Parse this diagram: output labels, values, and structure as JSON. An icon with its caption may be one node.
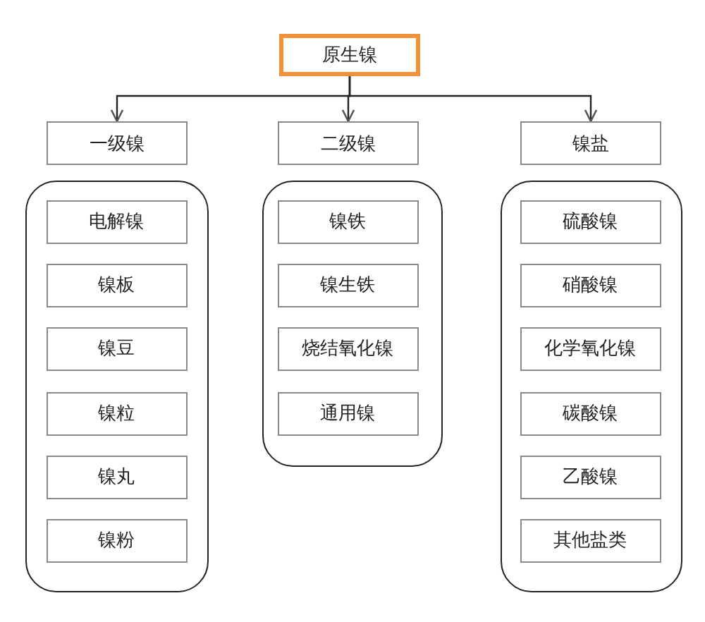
{
  "diagram": {
    "nodes": [
      {
        "text": [
          "原生镍"
        ]
      },
      {
        "text": [
          "一级镍"
        ]
      },
      {
        "text": [
          "二级镍"
        ]
      },
      {
        "text": [
          "镍盐"
        ]
      },
      {
        "text": [],
        "shape": "box"
      },
      {
        "text": [
          "电解镍"
        ],
        "in": 4
      },
      {
        "text": [
          "镍板"
        ],
        "in": 4
      },
      {
        "text": [
          "镍豆"
        ],
        "in": 4
      },
      {
        "text": [
          "镍粒"
        ],
        "in": 4
      },
      {
        "text": [
          "镍丸"
        ],
        "in": 4
      },
      {
        "text": [
          "镍粉"
        ],
        "in": 4
      },
      {
        "text": [],
        "shape": "box"
      },
      {
        "text": [
          "镍铁"
        ],
        "in": 11
      },
      {
        "text": [
          "镍生铁"
        ],
        "in": 11
      },
      {
        "text": [
          "烧结氧化镍"
        ],
        "in": 11
      },
      {
        "text": [
          "通用镍"
        ],
        "in": 11
      },
      {
        "text": [],
        "shape": "box"
      },
      {
        "text": [
          "硫酸镍"
        ],
        "in": 16
      },
      {
        "text": [
          "硝酸镍"
        ],
        "in": 16
      },
      {
        "text": [
          "化学氧化镍"
        ],
        "in": 16
      },
      {
        "text": [
          "碳酸镍"
        ],
        "in": 16
      },
      {
        "text": [
          "乙酸镍"
        ],
        "in": 16
      },
      {
        "text": [
          "其他盐类"
        ],
        "in": 16
      }
    ],
    "edges": [
      {
        "from": 0,
        "to": 1,
        "arrow": "to"
      },
      {
        "from": 0,
        "to": 2,
        "arrow": "to"
      },
      {
        "from": 0,
        "to": 3,
        "arrow": "to"
      }
    ]
  }
}
